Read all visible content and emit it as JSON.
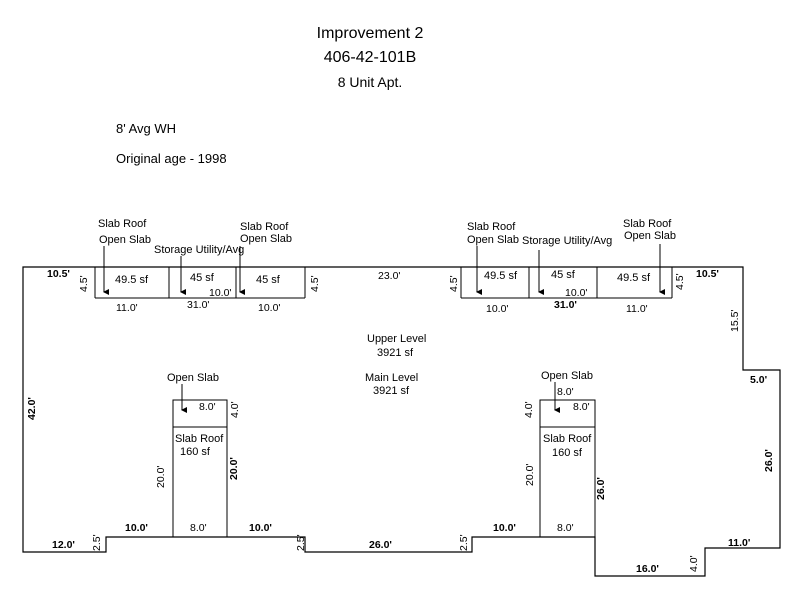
{
  "header": {
    "title": "Improvement 2",
    "parcel": "406-42-101B",
    "description": "8 Unit Apt."
  },
  "notes": {
    "wall_height": "8' Avg WH",
    "original_age": "Original age - 1998"
  },
  "level_labels": {
    "upper_name": "Upper Level",
    "upper_area": "3921 sf",
    "main_name": "Main Level",
    "main_area": "3921 sf"
  },
  "labels": {
    "slab_roof": "Slab Roof",
    "open_slab": "Open Slab",
    "storage_utility": "Storage Utility/Avg"
  },
  "areas": {
    "a_49_5": "49.5 sf",
    "a_45": "45 sf",
    "a_160": "160 sf"
  },
  "dimensions": {
    "d10_5": "10.5'",
    "d4_5": "4.5'",
    "d11_0": "11.0'",
    "d31_0": "31.0'",
    "d10_0": "10.0'",
    "d23_0": "23.0'",
    "d15_5": "15.5'",
    "d5_0": "5.0'",
    "d42_0": "42.0'",
    "d8_0": "8.0'",
    "d4_0": "4.0'",
    "d20_0": "20.0'",
    "d26_0": "26.0'",
    "d12_0": "12.0'",
    "d2_5": "2.5'",
    "d16_0": "16.0'",
    "d10_0b": "10.0'",
    "d8_0b": "8.0'"
  },
  "colors": {
    "line": "#000000",
    "background": "#ffffff"
  }
}
